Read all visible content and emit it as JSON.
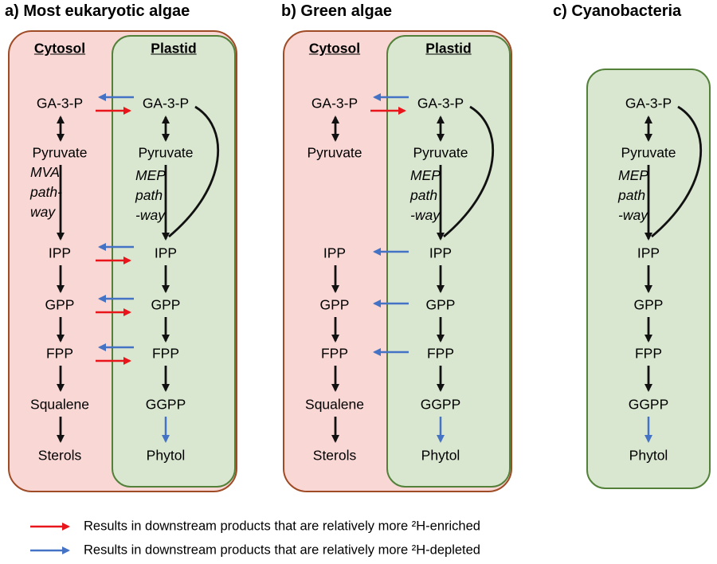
{
  "colors": {
    "pink_bg": "#f9d7d5",
    "pink_border": "#9e4b26",
    "green_bg": "#d9e7d1",
    "green_border": "#538139",
    "arrow_black": "#111111",
    "arrow_red": "#e8151b",
    "arrow_blue": "#4472c4"
  },
  "panels": {
    "a": {
      "title": "a) Most eukaryotic algae",
      "cytosol_header": "Cytosol",
      "plastid_header": "Plastid",
      "cytosol": {
        "metabolites": [
          "GA-3-P",
          "Pyruvate",
          "IPP",
          "GPP",
          "FPP",
          "Squalene",
          "Sterols"
        ],
        "pathway_lines": [
          "MVA",
          "path-",
          "way"
        ]
      },
      "plastid": {
        "metabolites": [
          "GA-3-P",
          "Pyruvate",
          "IPP",
          "GPP",
          "FPP",
          "GGPP",
          "Phytol"
        ],
        "pathway_lines": [
          "MEP",
          "path",
          "-way"
        ]
      }
    },
    "b": {
      "title": "b) Green algae",
      "cytosol_header": "Cytosol",
      "plastid_header": "Plastid",
      "cytosol": {
        "metabolites": [
          "GA-3-P",
          "Pyruvate",
          "IPP",
          "GPP",
          "FPP",
          "Squalene",
          "Sterols"
        ]
      },
      "plastid": {
        "metabolites": [
          "GA-3-P",
          "Pyruvate",
          "IPP",
          "GPP",
          "FPP",
          "GGPP",
          "Phytol"
        ],
        "pathway_lines": [
          "MEP",
          "path",
          "-way"
        ]
      }
    },
    "c": {
      "title": "c) Cyanobacteria",
      "plastid": {
        "metabolites": [
          "GA-3-P",
          "Pyruvate",
          "IPP",
          "GPP",
          "FPP",
          "GGPP",
          "Phytol"
        ],
        "pathway_lines": [
          "MEP",
          "path",
          "-way"
        ]
      }
    }
  },
  "legend": {
    "items": [
      {
        "arrow": "red-arrow",
        "text": "Results in downstream products that are relatively more ²H-enriched"
      },
      {
        "arrow": "blue-arrow",
        "text": "Results in downstream products that are relatively more ²H-depleted"
      }
    ]
  }
}
